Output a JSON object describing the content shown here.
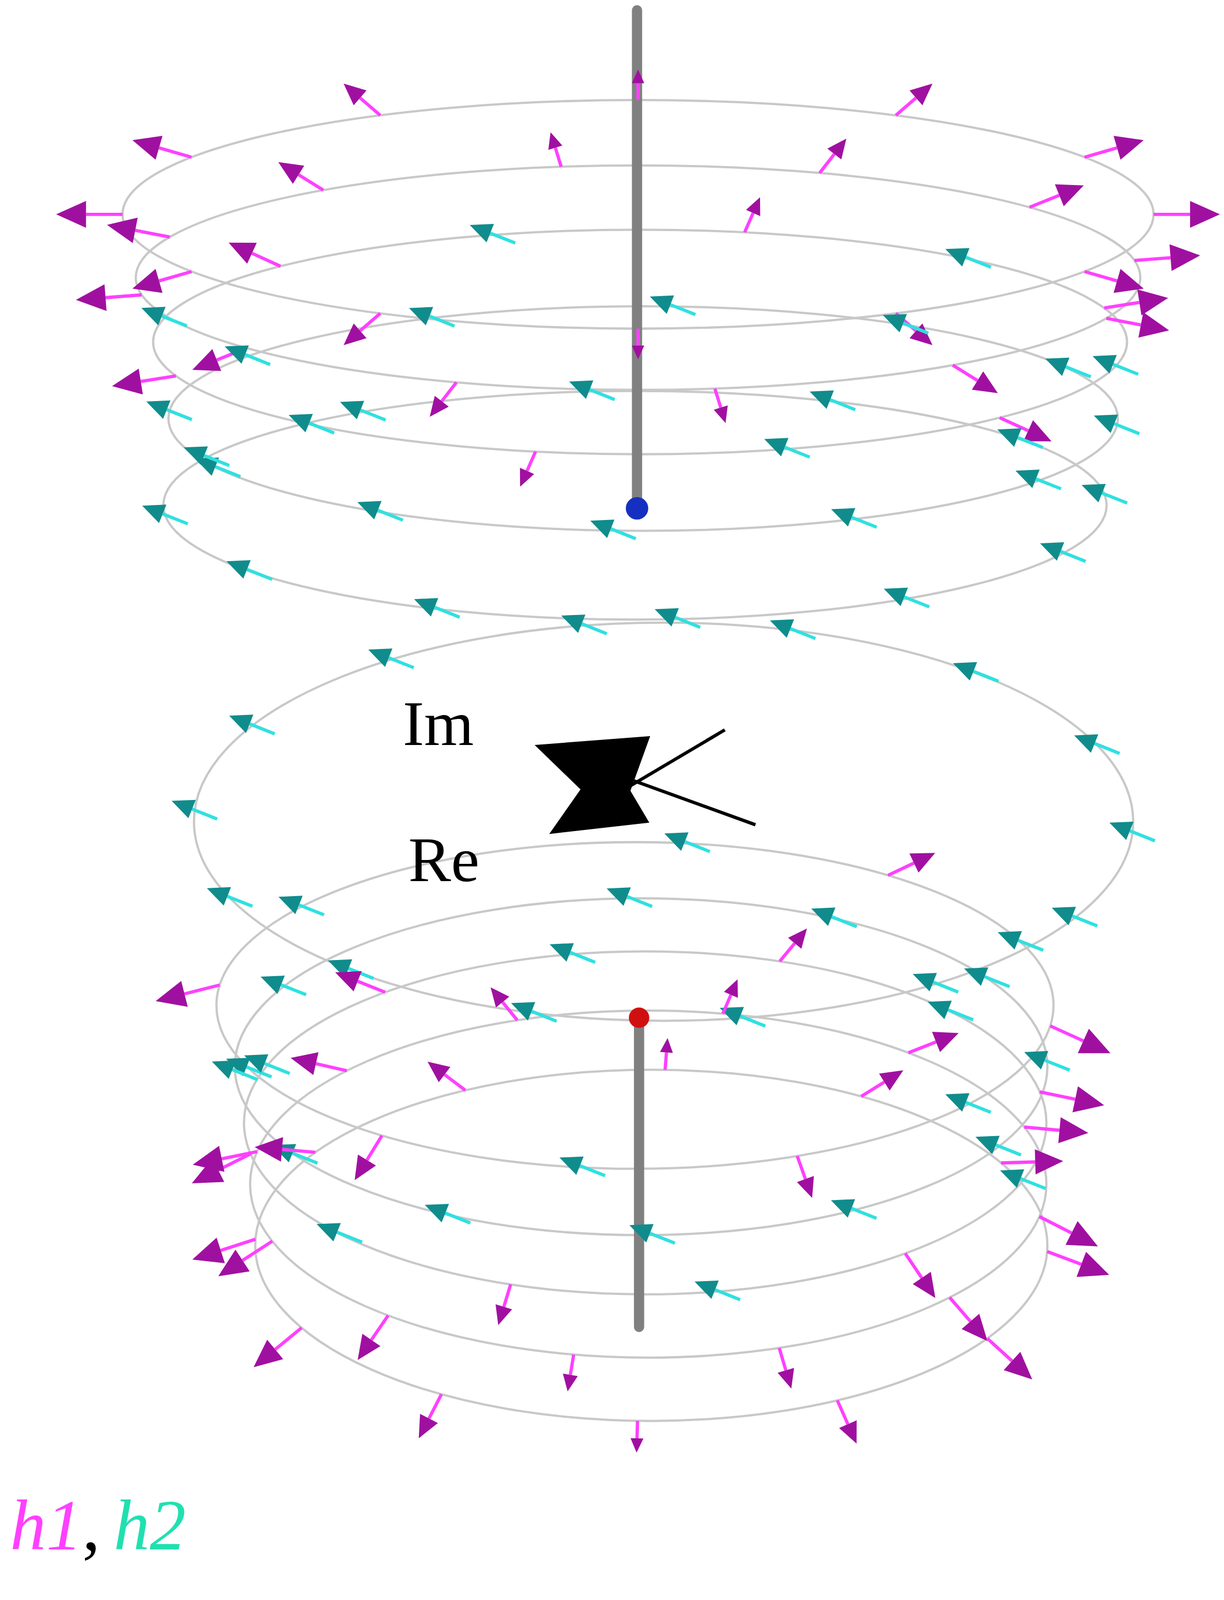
{
  "diagram": {
    "labels": [
      "Im",
      "Re",
      ","
    ],
    "legend": [
      {
        "text": "h1",
        "color": "#ff40ff"
      },
      {
        "text": "h2",
        "color": "#20e0b0"
      }
    ]
  }
}
